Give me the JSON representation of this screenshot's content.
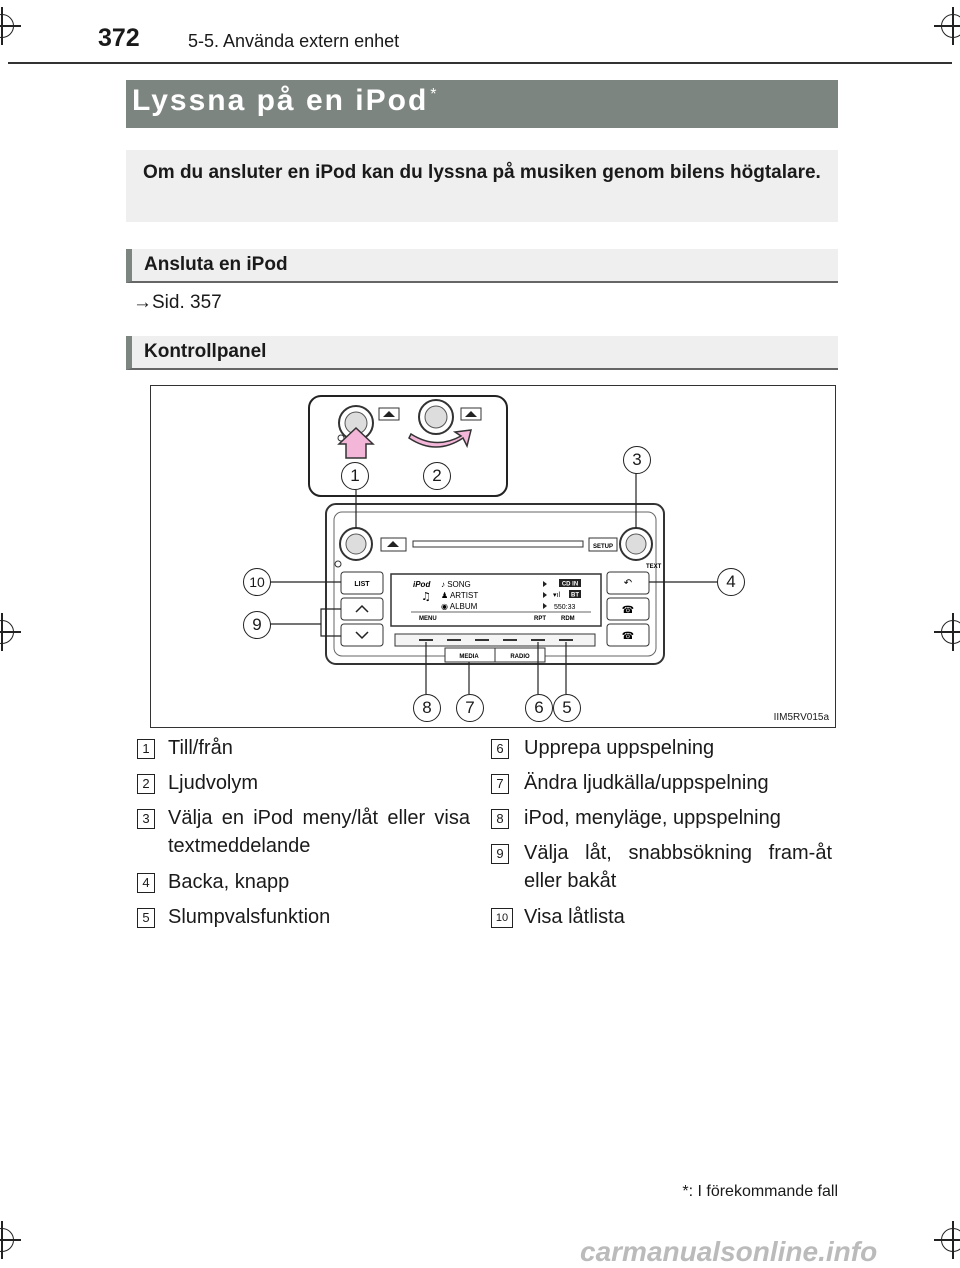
{
  "header": {
    "page_number": "372",
    "running_title": "5-5. Använda extern enhet"
  },
  "title": {
    "text": "Lyssna på en iPod",
    "marker": "*"
  },
  "intro": "Om du ansluter en iPod kan du lyssna på musiken genom bilens högtalare.",
  "sections": {
    "connect": {
      "heading": "Ansluta en iPod",
      "xref": "Sid. 357"
    },
    "panel": {
      "heading": "Kontrollpanel"
    }
  },
  "figure": {
    "id": "IIM5RV015a",
    "callouts": [
      "1",
      "2",
      "3",
      "4",
      "5",
      "6",
      "7",
      "8",
      "9",
      "10"
    ],
    "labels": {
      "list": "LIST",
      "setup": "SETUP",
      "text": "TEXT",
      "media": "MEDIA",
      "radio": "RADIO",
      "menu": "MENU",
      "rpt": "RPT",
      "rdm": "RDM",
      "ipod": "iPod",
      "song": "SONG",
      "artist": "ARTIST",
      "album": "ALBUM",
      "cd_in": "CD IN",
      "bt": "BT",
      "time": "550:33"
    }
  },
  "legend": {
    "left": [
      {
        "num": "1",
        "text": "Till/från"
      },
      {
        "num": "2",
        "text": "Ljudvolym"
      },
      {
        "num": "3",
        "text": "Välja en iPod meny/låt eller visa textmeddelande"
      },
      {
        "num": "4",
        "text": "Backa, knapp"
      },
      {
        "num": "5",
        "text": "Slumpvalsfunktion"
      }
    ],
    "right": [
      {
        "num": "6",
        "text": "Upprepa uppspelning"
      },
      {
        "num": "7",
        "text": "Ändra ljudkälla/uppspelning"
      },
      {
        "num": "8",
        "text": "iPod, menyläge, uppspelning"
      },
      {
        "num": "9",
        "text": "Välja låt, snabbsökning fram-åt eller bakåt"
      },
      {
        "num": "10",
        "text": "Visa låtlista"
      }
    ]
  },
  "footnote": "*: I förekommande fall",
  "watermark": "carmanualsonline.info"
}
